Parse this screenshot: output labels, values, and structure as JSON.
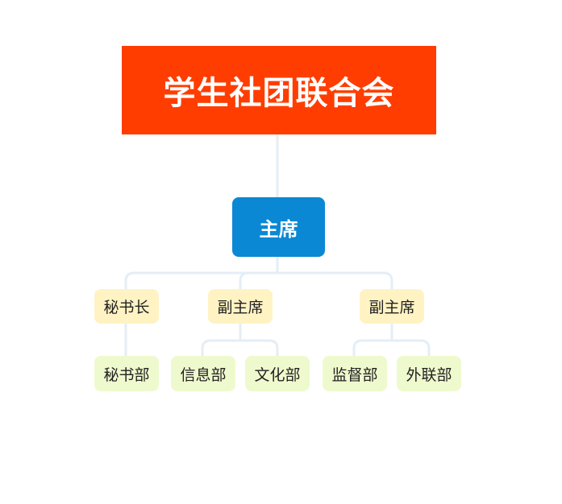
{
  "root": {
    "label": "学生社团联合会"
  },
  "chair": {
    "label": "主席"
  },
  "level2": [
    {
      "label": "秘书长"
    },
    {
      "label": "副主席"
    },
    {
      "label": "副主席"
    }
  ],
  "level3": [
    {
      "label": "秘书部"
    },
    {
      "label": "信息部"
    },
    {
      "label": "文化部"
    },
    {
      "label": "监督部"
    },
    {
      "label": "外联部"
    }
  ],
  "colors": {
    "root": "#ff3d00",
    "chair": "#0a88d4",
    "level2": "#fff3c4",
    "level3": "#eefacd",
    "connector": "#e4eef6"
  }
}
